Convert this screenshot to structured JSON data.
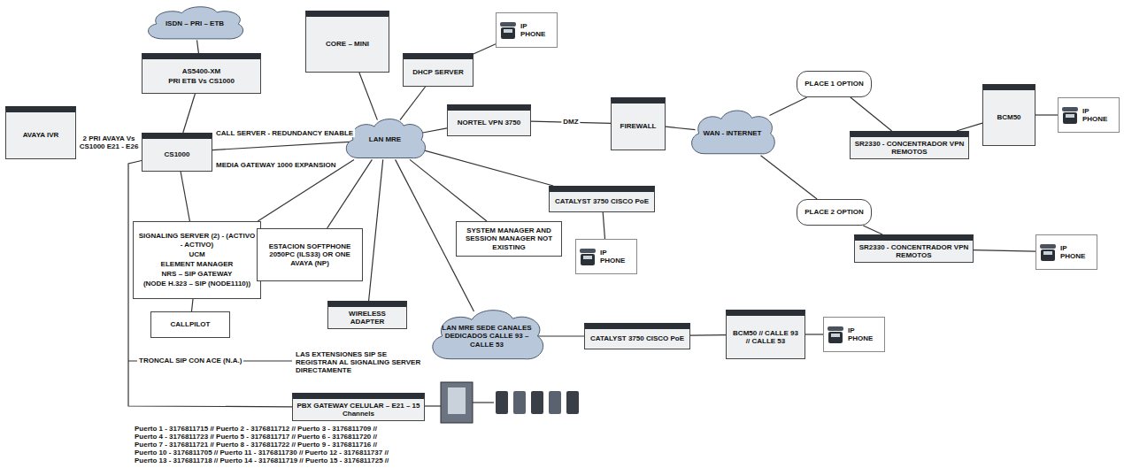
{
  "diagram": {
    "nodes": [
      {
        "text": [
          "ISDN – PRI – ETB"
        ]
      },
      {
        "text": [
          "AS5400-XM",
          "PRI ETB Vs CS1000"
        ]
      },
      {
        "text": [
          "AVAYA IVR"
        ]
      },
      {
        "text": [
          "CS1000"
        ]
      },
      {
        "text": [
          "CORE – MINI"
        ]
      },
      {
        "text": [
          "DHCP SERVER"
        ]
      },
      {
        "text": [
          "IP PHONE"
        ]
      },
      {
        "text": [
          "LAN MRE"
        ]
      },
      {
        "text": [
          "NORTEL VPN 3750"
        ]
      },
      {
        "text": [
          "FIREWALL"
        ]
      },
      {
        "text": [
          "WAN - INTERNET"
        ]
      },
      {
        "text": [
          "PLACE 1 OPTION"
        ]
      },
      {
        "text": [
          "SR2330 - CONCENTRADOR VPN REMOTOS"
        ]
      },
      {
        "text": [
          "BCM50"
        ]
      },
      {
        "text": [
          "IP PHONE"
        ]
      },
      {
        "text": [
          "PLACE 2 OPTION"
        ]
      },
      {
        "text": [
          "SR2330 - CONCENTRADOR VPN REMOTOS"
        ]
      },
      {
        "text": [
          "IP PHONE"
        ]
      },
      {
        "text": [
          "CATALYST 3750 CISCO PoE"
        ]
      },
      {
        "text": [
          "IP PHONE"
        ]
      },
      {
        "text": [
          "SIGNALING SERVER (2) - (ACTIVO - ACTIVO)",
          "UCM",
          "ELEMENT MANAGER",
          "NRS – SIP GATEWAY",
          "(NODE H.323 – SIP (NODE1110))"
        ]
      },
      {
        "text": [
          "CALLPILOT"
        ]
      },
      {
        "text": [
          "ESTACION SOFTPHONE 2050PC (ILS33) OR ONE AVAYA (NP)"
        ]
      },
      {
        "text": [
          "SYSTEM MANAGER AND SESSION MANAGER NOT EXISTING"
        ]
      },
      {
        "text": [
          "WIRELESS ADAPTER"
        ]
      },
      {
        "text": [
          "LAN MRE SEDE CANALES DEDICADOS CALLE 93 – CALLE 53"
        ]
      },
      {
        "text": [
          "CATALYST 3750 CISCO PoE"
        ]
      },
      {
        "text": [
          "BCM50 // CALLE 93 // CALLE 53"
        ]
      },
      {
        "text": [
          "IP PHONE"
        ]
      },
      {
        "text": [
          "PBX GATEWAY CELULAR – E21 – 15 Channels"
        ]
      }
    ],
    "edges": [
      {
        "from": 0,
        "to": 1,
        "arrow": "none"
      },
      {
        "from": 1,
        "to": 3,
        "arrow": "none"
      },
      {
        "from": 2,
        "to": 3,
        "label": "2 PRI AVAYA Vs CS1000 E21 - E26",
        "arrow": "none"
      },
      {
        "from": 3,
        "to": 7,
        "arrow": "none"
      },
      {
        "from": 4,
        "to": 7,
        "arrow": "none"
      },
      {
        "from": 5,
        "to": 7,
        "arrow": "none"
      },
      {
        "from": 5,
        "to": 6,
        "arrow": "none"
      },
      {
        "from": 7,
        "to": 8,
        "arrow": "none"
      },
      {
        "from": 8,
        "to": 9,
        "label": "DMZ",
        "arrow": "none"
      },
      {
        "from": 9,
        "to": 10,
        "arrow": "none"
      },
      {
        "from": 10,
        "to": 11,
        "arrow": "none"
      },
      {
        "from": 10,
        "to": 15,
        "arrow": "none"
      },
      {
        "from": 11,
        "to": 12,
        "arrow": "none"
      },
      {
        "from": 12,
        "to": 13,
        "arrow": "none"
      },
      {
        "from": 13,
        "to": 14,
        "arrow": "none"
      },
      {
        "from": 15,
        "to": 16,
        "arrow": "none"
      },
      {
        "from": 16,
        "to": 17,
        "arrow": "none"
      },
      {
        "from": 7,
        "to": 18,
        "arrow": "none"
      },
      {
        "from": 18,
        "to": 19,
        "arrow": "none"
      },
      {
        "from": 7,
        "to": 20,
        "arrow": "none"
      },
      {
        "from": 3,
        "to": 20,
        "arrow": "none"
      },
      {
        "from": 20,
        "to": 21,
        "arrow": "none"
      },
      {
        "from": 7,
        "to": 22,
        "arrow": "none"
      },
      {
        "from": 7,
        "to": 23,
        "arrow": "none"
      },
      {
        "from": 7,
        "to": 24,
        "arrow": "none"
      },
      {
        "from": 7,
        "to": 25,
        "arrow": "none"
      },
      {
        "from": 25,
        "to": 26,
        "arrow": "none"
      },
      {
        "from": 26,
        "to": 27,
        "arrow": "none"
      },
      {
        "from": 27,
        "to": 28,
        "arrow": "none"
      },
      {
        "from": 3,
        "to": 29,
        "arrow": "none"
      }
    ],
    "labels": [
      "CALL SERVER - REDUNDANCY ENABLE",
      "MEDIA GATEWAY 1000 EXPANSION",
      "TRONCAL SIP CON ACE (N.A.)",
      "LAS EXTENSIONES SIP SE REGISTRAN AL SIGNALING SERVER DIRECTAMENTE",
      "Puerto 1 - 3176811715 // Puerto 2 - 3176811712 // Puerto 3 - 3176811709 //",
      "Puerto 4 - 3176811723 // Puerto 5 - 3176811717 // Puerto 6 - 3176811720 //",
      "Puerto 7 - 3176811721 // Puerto 8 - 3176811722 // Puerto 9 - 3176811716 //",
      "Puerto 10 - 3176811705 // Puerto 11 - 3176811730 // Puerto 12 - 3176811737 //",
      "Puerto 13 - 3176811718 // Puerto 14 - 3176811719 // Puerto 15 - 3176811725 //"
    ]
  }
}
